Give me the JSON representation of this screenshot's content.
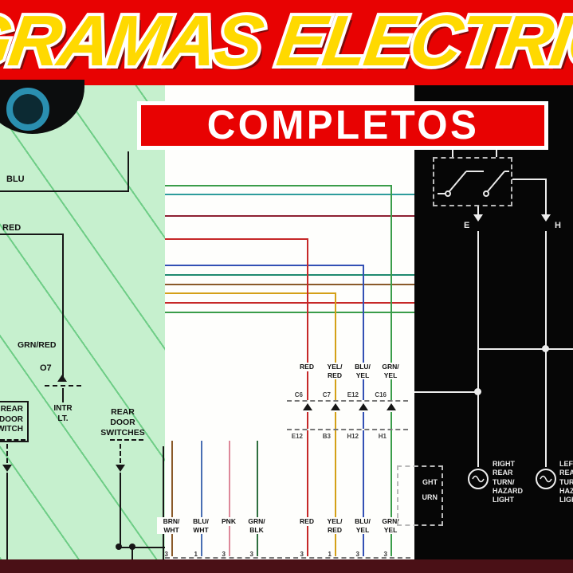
{
  "banner": {
    "title": "GRAMAS ELECTRIC",
    "subtitle": "COMPLETOS"
  },
  "colors": {
    "banner_red": "#e80202",
    "title_yellow": "#ffd900",
    "title_outline": "#ffffff",
    "title_shadow": "#7e0a0a",
    "footer_maroon": "#4a1016",
    "left_panel_green": "#c6f0ce",
    "mid_panel_white": "#fefefc",
    "right_panel_black": "#060606"
  },
  "left_panel": {
    "wire_blu": "BLU",
    "wire_red": "RED",
    "wire_grn_red": "GRN/RED",
    "connector_o7": "O7",
    "intr_lt": [
      "INTR",
      "LT."
    ],
    "switch_box": [
      "REAR",
      "DOOR",
      "SWITCH"
    ],
    "rear_door_switches": [
      "REAR",
      "DOOR",
      "SWITCHES"
    ]
  },
  "middle_panel": {
    "mid_wires": [
      {
        "line1": "RED",
        "line2": "",
        "conn_top": "C6",
        "conn_bottom": "E12"
      },
      {
        "line1": "YEL/",
        "line2": "RED",
        "conn_top": "C7",
        "conn_bottom": "B3"
      },
      {
        "line1": "BLU/",
        "line2": "YEL",
        "conn_top": "E12",
        "conn_bottom": "H12"
      },
      {
        "line1": "GRN/",
        "line2": "YEL",
        "conn_top": "C16",
        "conn_bottom": "H1"
      }
    ],
    "bottom_wires": [
      {
        "line1": "BRN/",
        "line2": "WHT",
        "pin": "3"
      },
      {
        "line1": "BLU/",
        "line2": "WHT",
        "pin": "1"
      },
      {
        "line1": "PNK",
        "line2": "",
        "pin": "3"
      },
      {
        "line1": "GRN/",
        "line2": "BLK",
        "pin": "3"
      },
      {
        "line1": "RED",
        "line2": "",
        "pin": "3"
      },
      {
        "line1": "YEL/",
        "line2": "RED",
        "pin": "1"
      },
      {
        "line1": "BLU/",
        "line2": "YEL",
        "pin": "3"
      },
      {
        "line1": "GRN/",
        "line2": "YEL",
        "pin": "3"
      }
    ]
  },
  "right_panel": {
    "terminal_e": "E",
    "terminal_h": "H",
    "right_lamp_label": [
      "RIGHT",
      "REAR",
      "TURN/",
      "HAZARD",
      "LIGHT"
    ],
    "left_lamp_label": [
      "LEFT",
      "REAR",
      "TURN/",
      "HAZARD",
      "LIGHT"
    ],
    "partial_component_label": [
      "GHT",
      "URN"
    ]
  }
}
